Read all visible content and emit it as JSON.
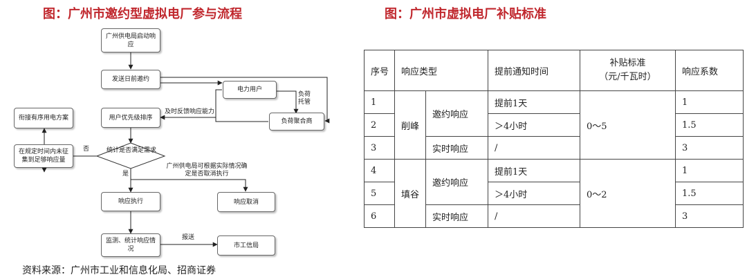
{
  "titles": {
    "left": "图：广州市邀约型虚拟电厂参与流程",
    "right": "图：广州市虚拟电厂补贴标准"
  },
  "source": "资料来源：广州市工业和信息化局、招商证券",
  "flowchart": {
    "nodes": {
      "start": "广州供电局启动响应",
      "invite": "发送日前邀约",
      "power_user": "电力用户",
      "aggregator": "负荷聚合商",
      "priority": "用户优先级排序",
      "orderly": "衔接有序用电方案",
      "insufficient": "在规定时间内未征集到足够响应量",
      "decision": "统计是否满足需求",
      "execute": "响应执行",
      "cancel": "响应取消",
      "monitor": "监测、统计响应情况",
      "bureau": "市工信局"
    },
    "edge_labels": {
      "entrust": "负荷托管",
      "feedback": "及时反馈响应能力",
      "no": "否",
      "yes": "是",
      "decide_cancel": "广州供电局可根据实际情况确定是否取消执行",
      "report": "报送"
    }
  },
  "table": {
    "headers": [
      "序号",
      "响应类型",
      "提前通知时间",
      "补贴标准",
      "（元/千瓦时）",
      "响应系数"
    ],
    "groups": {
      "shave": "削峰",
      "fill": "填谷",
      "invited": "邀约响应",
      "realtime": "实时响应",
      "shave_std": "0～5",
      "fill_std": "0～2"
    },
    "rows": [
      {
        "no": "1",
        "notice": "提前1天",
        "coef": "1"
      },
      {
        "no": "2",
        "notice": "＞4小时",
        "coef": "1.5"
      },
      {
        "no": "3",
        "notice": "/",
        "coef": "3"
      },
      {
        "no": "4",
        "notice": "提前1天",
        "coef": "1"
      },
      {
        "no": "5",
        "notice": "＞4小时",
        "coef": "1.5"
      },
      {
        "no": "6",
        "notice": "/",
        "coef": "3"
      }
    ]
  }
}
